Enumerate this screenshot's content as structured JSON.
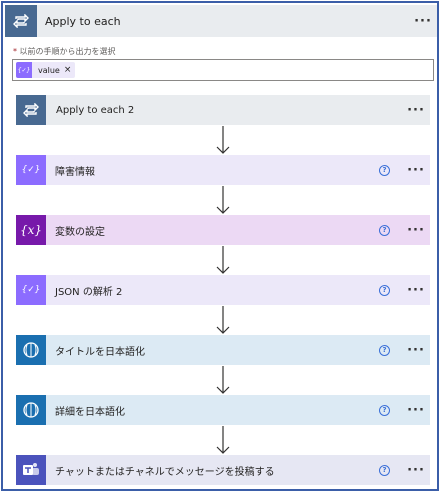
{
  "outer_loop": {
    "title": "Apply to each",
    "more": "···"
  },
  "select_output": {
    "required_mark": "*",
    "label": "以前の手順から出力を選択",
    "token": {
      "label": "value",
      "remove": "×"
    }
  },
  "steps": [
    {
      "label": "Apply to each 2",
      "icon": "loop-icon",
      "color": "#486991",
      "bg": "#e9ecef"
    },
    {
      "label": "障害情報",
      "icon": "data-operation-icon",
      "color": "#8c6cff",
      "bg": "#ece8f9"
    },
    {
      "label": "変数の設定",
      "icon": "variable-icon",
      "color": "#7719aa",
      "bg": "#ecd9f4"
    },
    {
      "label": "JSON の解析 2",
      "icon": "data-operation-icon",
      "color": "#8c6cff",
      "bg": "#ece8f9"
    },
    {
      "label": "タイトルを日本語化",
      "icon": "translator-icon",
      "color": "#1a6fb0",
      "bg": "#dceaf4"
    },
    {
      "label": "詳細を日本語化",
      "icon": "translator-icon",
      "color": "#1a6fb0",
      "bg": "#dceaf4"
    },
    {
      "label": "チャットまたはチャネルでメッセージを投稿する",
      "icon": "teams-icon",
      "color": "#4b53bc",
      "bg": "#e6e7f3"
    }
  ],
  "help_glyph": "?",
  "more_glyph": "···",
  "value_glyph": "{✓}",
  "variable_glyph": "{x}"
}
